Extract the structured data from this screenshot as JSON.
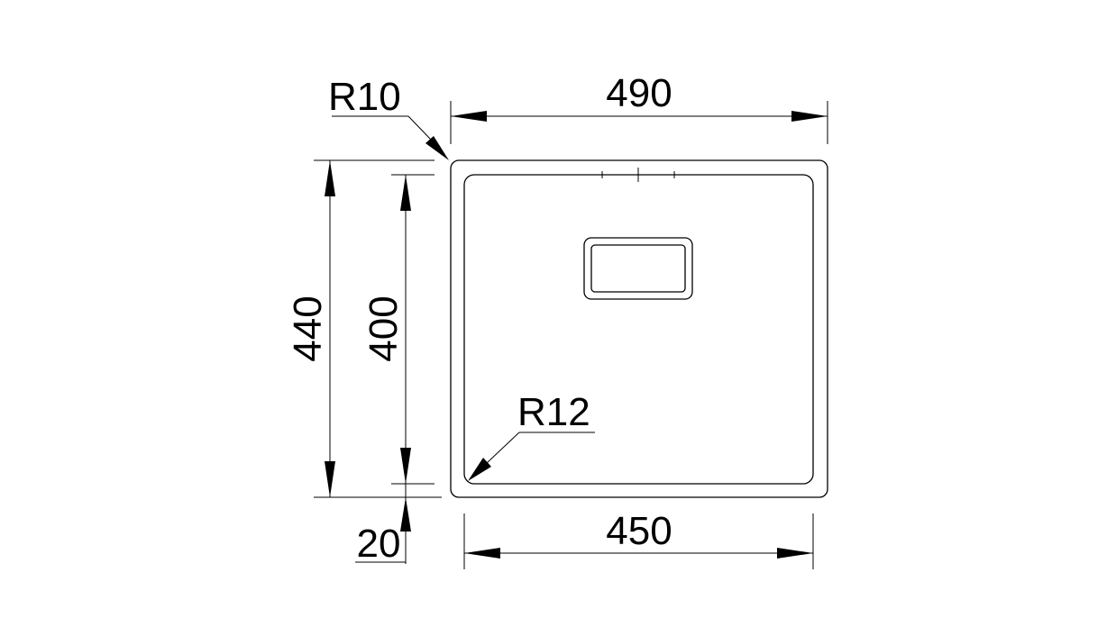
{
  "drawing": {
    "outer_width_label": "490",
    "inner_width_label": "450",
    "outer_height_label": "440",
    "inner_height_label": "400",
    "bottom_offset_label": "20",
    "outer_radius_label": "R10",
    "inner_radius_label": "R12"
  }
}
